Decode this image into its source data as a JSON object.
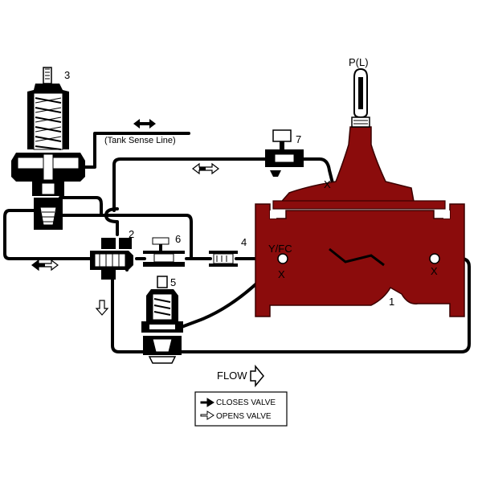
{
  "labels": {
    "pilot_valve_3": "3",
    "tank_sense_line": "(Tank Sense Line)",
    "main_valve_pilot": "P(L)",
    "pilot_valve_7": "7",
    "port_x_top": "X",
    "valve_2": "2",
    "valve_6": "6",
    "valve_4": "4",
    "port_yfc": "Y/FC",
    "port_x_left": "X",
    "port_x_right": "X",
    "valve_5": "5",
    "main_valve_1": "1",
    "flow": "FLOW"
  },
  "legend": {
    "closes": "CLOSES VALVE",
    "opens": "OPENS VALVE"
  },
  "colors": {
    "valve_body": "#8b0c0c",
    "valve_outline": "#3a0000",
    "pipe": "#000000",
    "background": "#ffffff"
  },
  "icons": {
    "closes": "filled-arrow-icon",
    "opens": "outline-arrow-icon",
    "flow": "outline-arrow-icon"
  }
}
